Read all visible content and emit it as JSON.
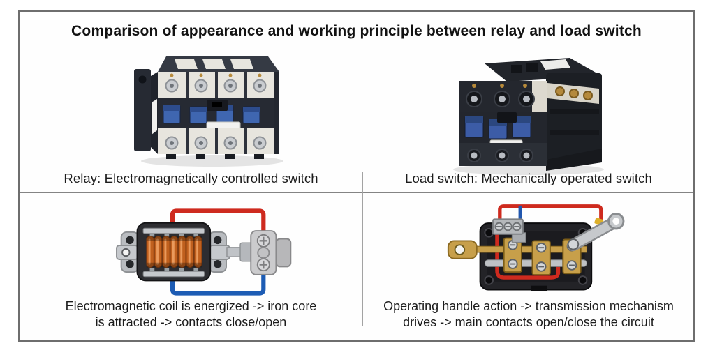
{
  "title": "Comparison of appearance and working principle between relay and load switch",
  "relay": {
    "caption": "Relay: Electromagnetically controlled switch",
    "principle_lines": [
      "Electromagnetic coil is energized -> iron core",
      "is attracted -> contacts close/open"
    ]
  },
  "load_switch": {
    "caption": "Load switch: Mechanically operated switch",
    "principle_lines": [
      "Operating handle action -> transmission mechanism",
      "drives -> main contacts open/close the circuit"
    ]
  },
  "icons": {
    "relay_photo": "relay-contactor-photo",
    "load_switch_photo": "load-switch-photo",
    "relay_principle": "electromagnetic-coil-diagram",
    "load_switch_principle": "operating-handle-diagram"
  },
  "colors": {
    "wire_red": "#ce2a1e",
    "wire_blue": "#1d5cb4",
    "coil_copper": "#c0601e",
    "brass": "#c79f4a",
    "device_dark": "#2b2f36",
    "device_cream": "#e7e5de",
    "clip_blue": "#3f66b0"
  }
}
